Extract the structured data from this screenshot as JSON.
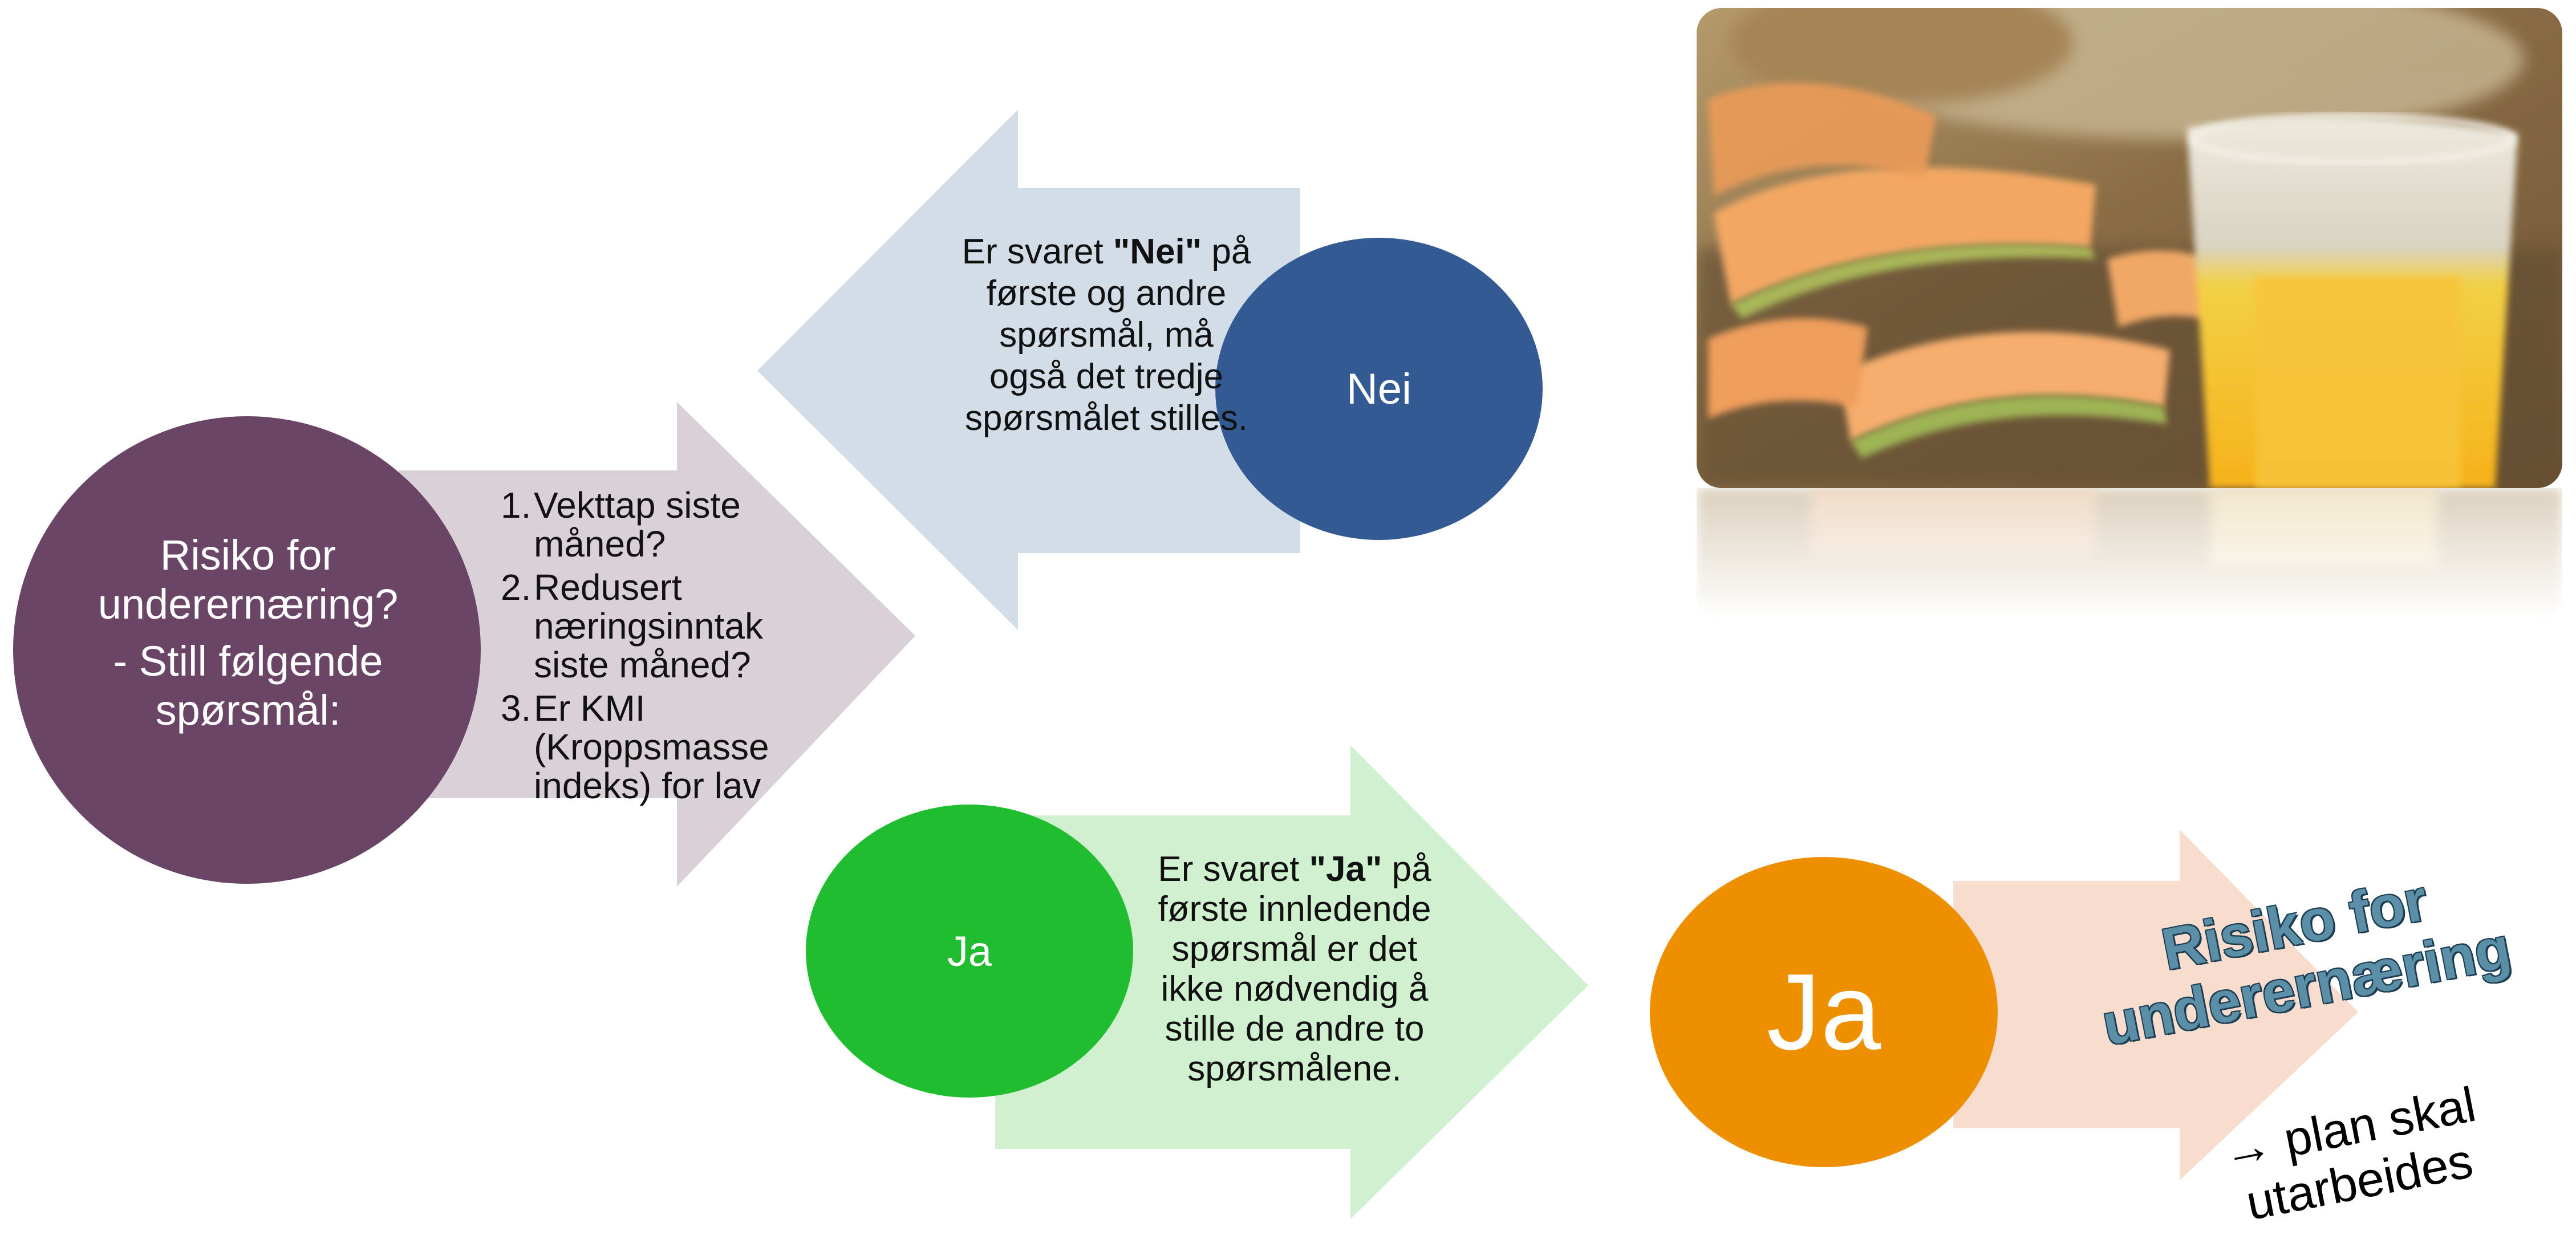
{
  "colors": {
    "purple_circle": "#6b4566",
    "grey_arrow": "#d9d0d8",
    "blue_arrow": "#d3dde8",
    "blue_circle": "#345a94",
    "green_circle": "#1fbd2f",
    "green_arrow": "#d1f0cf",
    "orange_circle": "#ee8f00",
    "peach_arrow": "#f8dcce",
    "risk_title": "#5b8fa8"
  },
  "start": {
    "circle_line1": "Risiko for",
    "circle_line2": "underernæring?",
    "circle_line3": "- Still følgende",
    "circle_line4": "spørsmål:",
    "questions": [
      {
        "num": "1.",
        "text": "Vekttap siste måned?"
      },
      {
        "num": "2.",
        "text": "Redusert næringsinntak siste måned?"
      },
      {
        "num": "3.",
        "text": "Er KMI (Kroppsmasse indeks) for lav"
      }
    ]
  },
  "nei": {
    "circle_label": "Nei",
    "text_pre": "Er svaret ",
    "text_bold": "\"Nei\"",
    "text_post": "på første og andre spørsmål, må også det tredje spørsmålet stilles."
  },
  "ja": {
    "circle_label": "Ja",
    "text_pre": "Er svaret ",
    "text_bold": "\"Ja\"",
    "text_post": "på første innledende spørsmål er det ikke nødvendig å stille de andre to spørsmålene."
  },
  "result": {
    "circle_label": "Ja",
    "title_line1": "Risiko for",
    "title_line2": "underernæring",
    "arrow_symbol": "→",
    "plan_line1": "plan skal",
    "plan_line2": "utarbeides"
  },
  "photo": {
    "icon": "melon-and-juice-photo"
  }
}
